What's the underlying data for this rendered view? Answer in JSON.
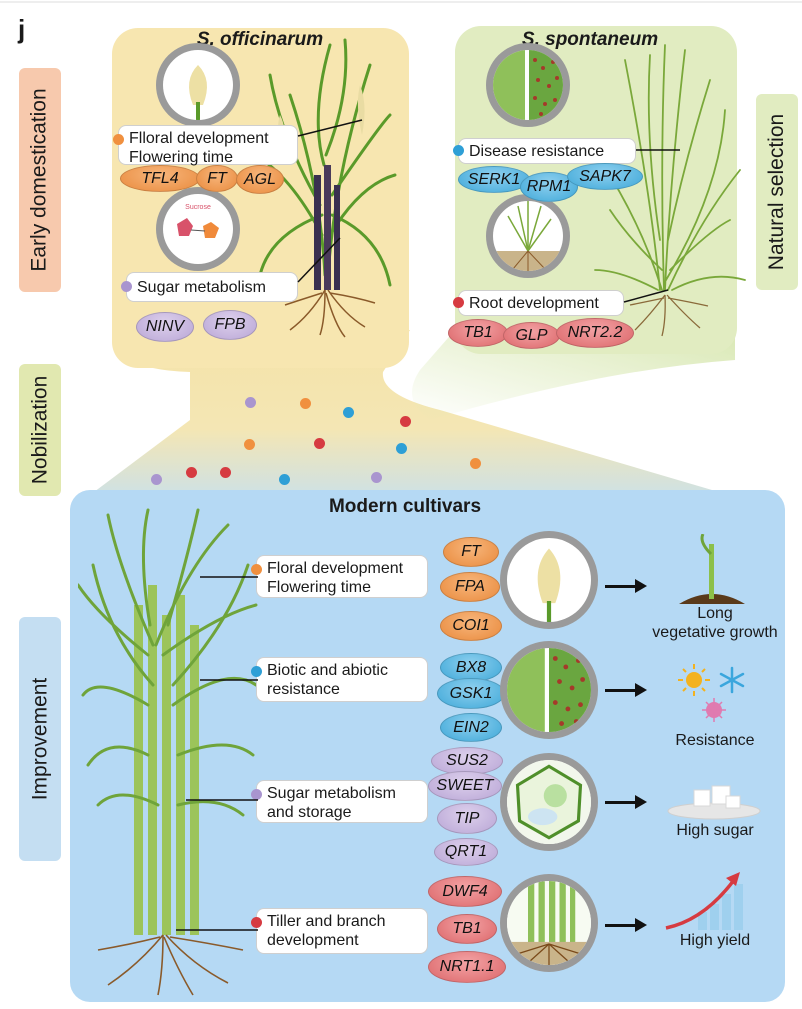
{
  "panel_letter": "j",
  "side_labels": {
    "early_domestication": "Early domestication",
    "nobilization": "Nobilization",
    "improvement": "Improvement",
    "natural_selection": "Natural selection"
  },
  "species": {
    "officinarum": "S. officinarum",
    "spontaneum": "S. spontaneum"
  },
  "officinarum_traits": {
    "floral_line1": "Flloral development",
    "floral_line2": "Flowering time",
    "floral_genes": [
      "TFL4",
      "FT",
      "AGL"
    ],
    "sugar": "Sugar metabolism",
    "sugar_genes": [
      "NINV",
      "FPB"
    ],
    "sucrose_label": "Sucrose"
  },
  "spontaneum_traits": {
    "disease": "Disease resistance",
    "disease_genes": [
      "SERK1",
      "RPM1",
      "SAPK7"
    ],
    "root": "Root development",
    "root_genes": [
      "TB1",
      "GLP",
      "NRT2.2"
    ]
  },
  "modern": {
    "title": "Modern cultivars",
    "rows": [
      {
        "trait_line1": "Floral development",
        "trait_line2": "Flowering time",
        "genes": [
          "FT",
          "FPA",
          "COI1"
        ],
        "outcome_line1": "Long",
        "outcome_line2": "vegetative growth"
      },
      {
        "trait_line1": "Biotic and abiotic",
        "trait_line2": "resistance",
        "genes": [
          "BX8",
          "GSK1",
          "EIN2"
        ],
        "outcome_line1": "Resistance",
        "outcome_line2": ""
      },
      {
        "trait_line1": "Sugar metabolism",
        "trait_line2": "and storage",
        "genes": [
          "SUS2",
          "SWEET",
          "TIP",
          "QRT1"
        ],
        "outcome_line1": "High sugar",
        "outcome_line2": ""
      },
      {
        "trait_line1": "Tiller and branch",
        "trait_line2": "development",
        "genes": [
          "DWF4",
          "TB1",
          "NRT1.1"
        ],
        "outcome_line1": "High yield",
        "outcome_line2": ""
      }
    ]
  },
  "colors": {
    "flowering": "#f0903f",
    "resistance": "#2e9fd6",
    "sugar": "#a995cf",
    "root": "#d63b41",
    "officinarum_bg": "#f7e6b0",
    "spontaneum_bg": "#e1ecc1",
    "modern_bg": "#b5d9f4"
  }
}
